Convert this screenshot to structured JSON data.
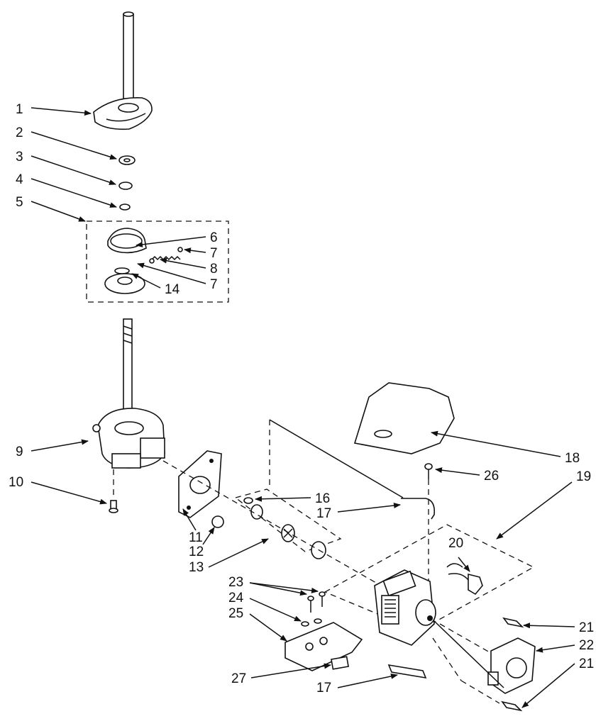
{
  "callouts": {
    "c1": "1",
    "c2": "2",
    "c3": "3",
    "c4": "4",
    "c5": "5",
    "c6": "6",
    "c7a": "7",
    "c8": "8",
    "c7b": "7",
    "c14": "14",
    "c9": "9",
    "c10": "10",
    "c11": "11",
    "c12": "12",
    "c13": "13",
    "c16": "16",
    "c17a": "17",
    "c18": "18",
    "c19": "19",
    "c26": "26",
    "c20": "20",
    "c23": "23",
    "c24": "24",
    "c25": "25",
    "c21a": "21",
    "c22": "22",
    "c21b": "21",
    "c27": "27",
    "c17b": "17"
  }
}
